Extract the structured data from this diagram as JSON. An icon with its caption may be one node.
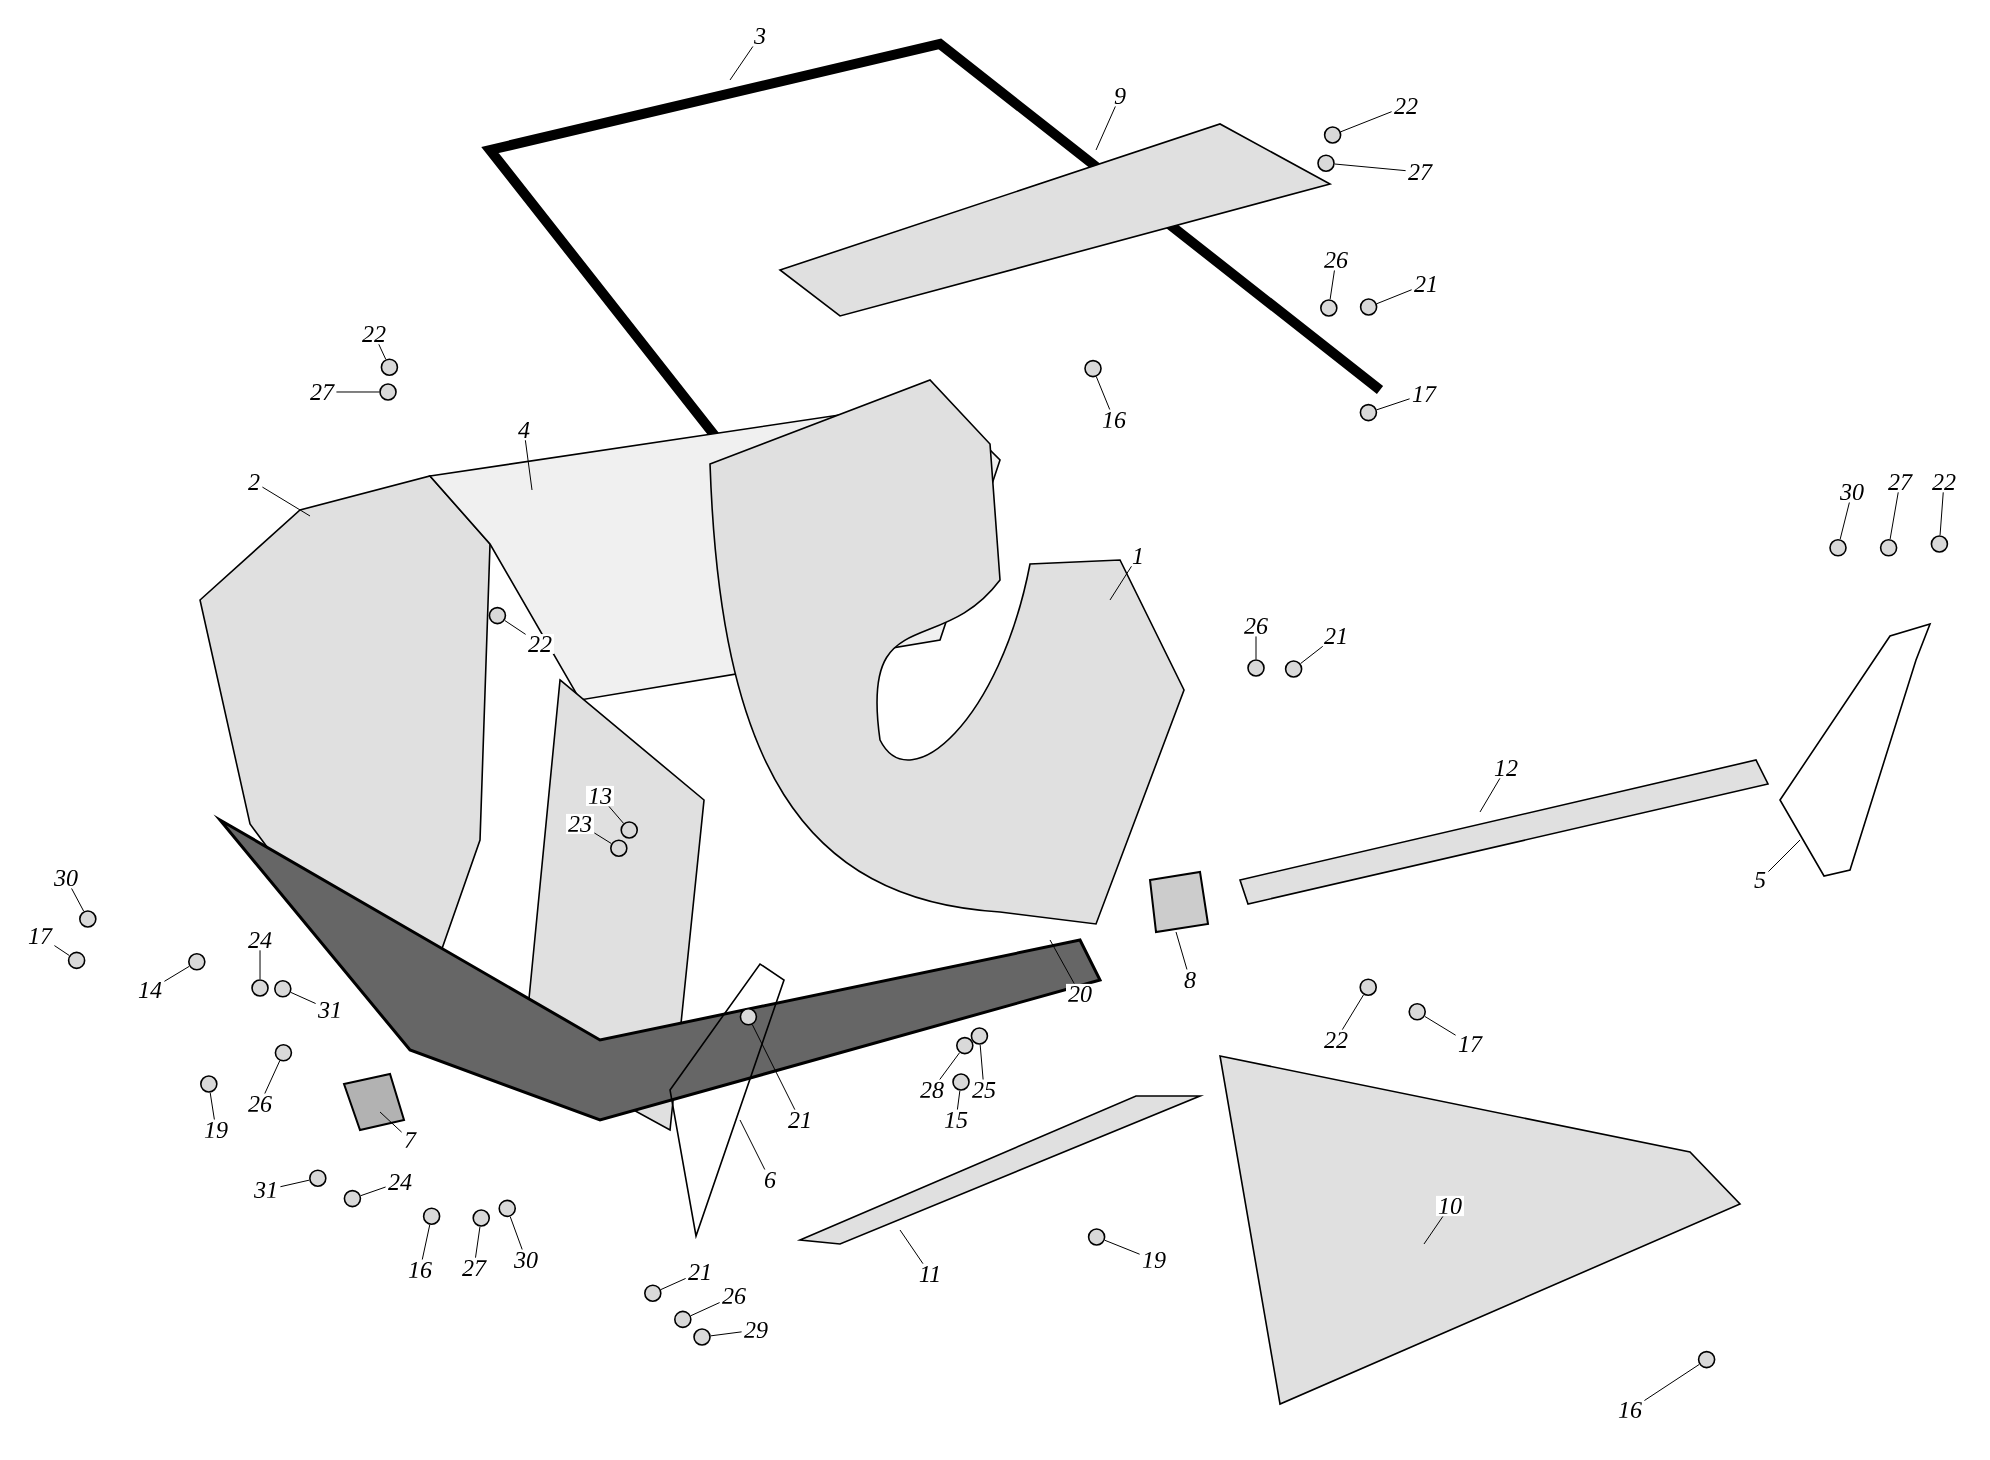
{
  "diagram": {
    "nodes": [
      {
        "text": [
          "3"
        ]
      },
      {
        "text": [
          "9"
        ]
      },
      {
        "text": [
          "22"
        ]
      },
      {
        "text": [
          "27"
        ]
      },
      {
        "text": [
          "26"
        ]
      },
      {
        "text": [
          "21"
        ]
      },
      {
        "text": [
          "16"
        ]
      },
      {
        "text": [
          "17"
        ]
      },
      {
        "text": [
          "22"
        ]
      },
      {
        "text": [
          "27"
        ]
      },
      {
        "text": [
          "4"
        ]
      },
      {
        "text": [
          "2"
        ]
      },
      {
        "text": [
          "22"
        ]
      },
      {
        "text": [
          "1"
        ]
      },
      {
        "text": [
          "26"
        ]
      },
      {
        "text": [
          "21"
        ]
      },
      {
        "text": [
          "30"
        ]
      },
      {
        "text": [
          "27"
        ]
      },
      {
        "text": [
          "22"
        ]
      },
      {
        "text": [
          "12"
        ]
      },
      {
        "text": [
          "5"
        ]
      },
      {
        "text": [
          "13"
        ]
      },
      {
        "text": [
          "23"
        ]
      },
      {
        "text": [
          "30"
        ]
      },
      {
        "text": [
          "17"
        ]
      },
      {
        "text": [
          "14"
        ]
      },
      {
        "text": [
          "24"
        ]
      },
      {
        "text": [
          "31"
        ]
      },
      {
        "text": [
          "8"
        ]
      },
      {
        "text": [
          "20"
        ]
      },
      {
        "text": [
          "22"
        ]
      },
      {
        "text": [
          "17"
        ]
      },
      {
        "text": [
          "26"
        ]
      },
      {
        "text": [
          "19"
        ]
      },
      {
        "text": [
          "7"
        ]
      },
      {
        "text": [
          "21"
        ]
      },
      {
        "text": [
          "6"
        ]
      },
      {
        "text": [
          "28"
        ]
      },
      {
        "text": [
          "25"
        ]
      },
      {
        "text": [
          "15"
        ]
      },
      {
        "text": [
          "31"
        ]
      },
      {
        "text": [
          "24"
        ]
      },
      {
        "text": [
          "16"
        ]
      },
      {
        "text": [
          "27"
        ]
      },
      {
        "text": [
          "30"
        ]
      },
      {
        "text": [
          "11"
        ]
      },
      {
        "text": [
          "19"
        ]
      },
      {
        "text": [
          "10"
        ]
      },
      {
        "text": [
          "21"
        ]
      },
      {
        "text": [
          "26"
        ]
      },
      {
        "text": [
          "29"
        ]
      },
      {
        "text": [
          "16"
        ]
      },
      {
        "text": [],
        "shape": "circle"
      },
      {
        "text": [],
        "shape": "circle"
      },
      {
        "text": [],
        "shape": "circle"
      },
      {
        "text": [],
        "shape": "circle"
      },
      {
        "text": [],
        "shape": "circle"
      },
      {
        "text": [],
        "shape": "circle"
      },
      {
        "text": [],
        "shape": "circle"
      },
      {
        "text": [],
        "shape": "circle"
      },
      {
        "text": [],
        "shape": "circle"
      },
      {
        "text": [],
        "shape": "circle"
      },
      {
        "text": [],
        "shape": "circle"
      },
      {
        "text": [],
        "shape": "circle"
      },
      {
        "text": [],
        "shape": "circle"
      },
      {
        "text": [],
        "shape": "circle"
      },
      {
        "text": [],
        "shape": "circle"
      },
      {
        "text": [],
        "shape": "circle"
      },
      {
        "text": [],
        "shape": "circle"
      },
      {
        "text": [],
        "shape": "circle"
      },
      {
        "text": [],
        "shape": "circle"
      },
      {
        "text": [],
        "shape": "circle"
      },
      {
        "text": [],
        "shape": "circle"
      },
      {
        "text": [],
        "shape": "circle"
      },
      {
        "text": [],
        "shape": "circle"
      },
      {
        "text": [],
        "shape": "circle"
      },
      {
        "text": [],
        "shape": "circle"
      },
      {
        "text": [],
        "shape": "circle"
      },
      {
        "text": [],
        "shape": "circle"
      },
      {
        "text": [],
        "shape": "circle"
      },
      {
        "text": [],
        "shape": "circle"
      },
      {
        "text": [],
        "shape": "circle"
      },
      {
        "text": [],
        "shape": "circle"
      },
      {
        "text": [],
        "shape": "circle"
      },
      {
        "text": [],
        "shape": "circle"
      },
      {
        "text": [],
        "shape": "circle"
      },
      {
        "text": [],
        "shape": "circle"
      },
      {
        "text": [],
        "shape": "circle"
      },
      {
        "text": [],
        "shape": "circle"
      },
      {
        "text": [],
        "shape": "circle"
      },
      {
        "text": [],
        "shape": "circle"
      }
    ],
    "edges": [
      {
        "from": 0,
        "to": null,
        "arrow": "none"
      },
      {
        "from": 1,
        "to": null,
        "arrow": "none"
      },
      {
        "from": 2,
        "to": 52,
        "arrow": "none"
      },
      {
        "from": 3,
        "to": 53,
        "arrow": "none"
      },
      {
        "from": 4,
        "to": 54,
        "arrow": "none"
      },
      {
        "from": 5,
        "to": 55,
        "arrow": "none"
      },
      {
        "from": 6,
        "to": 56,
        "arrow": "none"
      },
      {
        "from": 7,
        "to": 57,
        "arrow": "none"
      },
      {
        "from": 8,
        "to": 58,
        "arrow": "none"
      },
      {
        "from": 9,
        "to": 59,
        "arrow": "none"
      },
      {
        "from": 10,
        "to": null,
        "arrow": "none"
      },
      {
        "from": 11,
        "to": null,
        "arrow": "none"
      },
      {
        "from": 12,
        "to": 60,
        "arrow": "none"
      },
      {
        "from": 13,
        "to": null,
        "arrow": "none"
      },
      {
        "from": 14,
        "to": 61,
        "arrow": "none"
      },
      {
        "from": 15,
        "to": 62,
        "arrow": "none"
      },
      {
        "from": 16,
        "to": 63,
        "arrow": "none"
      },
      {
        "from": 17,
        "to": 64,
        "arrow": "none"
      },
      {
        "from": 18,
        "to": 65,
        "arrow": "none"
      },
      {
        "from": 19,
        "to": null,
        "arrow": "none"
      },
      {
        "from": 20,
        "to": null,
        "arrow": "none"
      },
      {
        "from": 21,
        "to": 66,
        "arrow": "none"
      },
      {
        "from": 22,
        "to": 67,
        "arrow": "none"
      },
      {
        "from": 23,
        "to": 68,
        "arrow": "none"
      },
      {
        "from": 24,
        "to": 69,
        "arrow": "none"
      },
      {
        "from": 25,
        "to": 70,
        "arrow": "none"
      },
      {
        "from": 26,
        "to": 71,
        "arrow": "none"
      },
      {
        "from": 27,
        "to": 72,
        "arrow": "none"
      },
      {
        "from": 28,
        "to": null,
        "arrow": "none"
      },
      {
        "from": 29,
        "to": null,
        "arrow": "none"
      },
      {
        "from": 30,
        "to": 73,
        "arrow": "none"
      },
      {
        "from": 31,
        "to": 74,
        "arrow": "none"
      },
      {
        "from": 32,
        "to": 75,
        "arrow": "none"
      },
      {
        "from": 33,
        "to": 76,
        "arrow": "none"
      },
      {
        "from": 34,
        "to": null,
        "arrow": "none"
      },
      {
        "from": 35,
        "to": 77,
        "arrow": "none"
      },
      {
        "from": 36,
        "to": null,
        "arrow": "none"
      },
      {
        "from": 37,
        "to": 78,
        "arrow": "none"
      },
      {
        "from": 38,
        "to": 79,
        "arrow": "none"
      },
      {
        "from": 39,
        "to": 80,
        "arrow": "none"
      },
      {
        "from": 40,
        "to": 81,
        "arrow": "none"
      },
      {
        "from": 41,
        "to": 82,
        "arrow": "none"
      },
      {
        "from": 42,
        "to": 83,
        "arrow": "none"
      },
      {
        "from": 43,
        "to": 84,
        "arrow": "none"
      },
      {
        "from": 44,
        "to": 85,
        "arrow": "none"
      },
      {
        "from": 45,
        "to": null,
        "arrow": "none"
      },
      {
        "from": 46,
        "to": 86,
        "arrow": "none"
      },
      {
        "from": 47,
        "to": null,
        "arrow": "none"
      },
      {
        "from": 48,
        "to": 87,
        "arrow": "none"
      },
      {
        "from": 49,
        "to": 88,
        "arrow": "none"
      },
      {
        "from": 50,
        "to": 89,
        "arrow": "none"
      },
      {
        "from": 51,
        "to": 90,
        "arrow": "none"
      }
    ]
  }
}
